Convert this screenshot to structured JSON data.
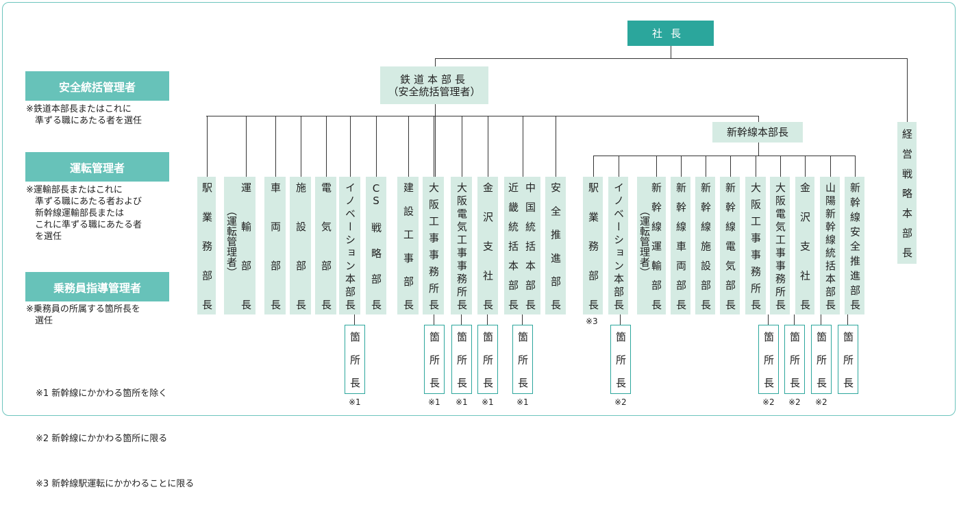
{
  "top": {
    "president": "社長"
  },
  "railway_hq": {
    "title": "鉄道本部長",
    "sub": "（安全統括管理者）"
  },
  "shinkansen_hq": {
    "title": "新幹線本部長"
  },
  "corporate_strategy": {
    "label": "経営戦略本部長"
  },
  "legend": [
    {
      "title": "安全統括管理者",
      "note": "※鉄道本部長またはこれに\n　準ずる職にあたる者を選任"
    },
    {
      "title": "運転管理者",
      "note": "※運輸部長またはこれに\n　準ずる職にあたる者および\n　新幹線運輸部長または\n　これに準ずる職にあたる者\n　を選任"
    },
    {
      "title": "乗務員指導管理者",
      "note": "※乗務員の所属する箇所長を\n　選任"
    }
  ],
  "railway_departments": [
    {
      "label": "駅業務部長"
    },
    {
      "label": "運輸部長",
      "sub": "（運転管理者）"
    },
    {
      "label": "車両部長"
    },
    {
      "label": "施設部長"
    },
    {
      "label": "電気部長"
    },
    {
      "label": "イノベーション本部長",
      "office": "箇所長",
      "mark": "※1"
    },
    {
      "label": "CS戦略部長"
    },
    {
      "label": "建設工事部長"
    },
    {
      "label": "大阪工事事務所長",
      "office": "箇所長",
      "mark": "※1"
    },
    {
      "label": "大阪電気工事事務所長",
      "office": "箇所長",
      "mark": "※1"
    },
    {
      "label": "金沢支社長",
      "office": "箇所長",
      "mark": "※1"
    },
    {
      "label": "中国統括本部長",
      "label2": "近畿統括本部長",
      "office": "箇所長",
      "mark": "※1"
    },
    {
      "label": "安全推進部長"
    }
  ],
  "shinkansen_departments": [
    {
      "label": "駅業務部長",
      "mark_below": "※3"
    },
    {
      "label": "イノベーション本部長",
      "office": "箇所長",
      "mark": "※2"
    },
    {
      "label": "新幹線運輸部長",
      "sub": "（運転管理者）"
    },
    {
      "label": "新幹線車両部長"
    },
    {
      "label": "新幹線施設部長"
    },
    {
      "label": "新幹線電気部長"
    },
    {
      "label": "大阪工事事務所長",
      "office": "箇所長",
      "mark": "※2"
    },
    {
      "label": "大阪電気工事事務所長",
      "office": "箇所長",
      "mark": "※2"
    },
    {
      "label": "金沢支社長",
      "office": "箇所長",
      "mark": "※2"
    },
    {
      "label": "山陽新幹線統括本部長",
      "office": "箇所長"
    },
    {
      "label": "新幹線安全推進部長"
    }
  ],
  "footnotes": [
    "※1 新幹線にかかわる箇所を除く",
    "※2 新幹線にかかわる箇所に限る",
    "※3 新幹線駅運転にかかわることに限る"
  ],
  "colors": {
    "accent": "#2ba69c",
    "box": "#d5ebe3",
    "legend": "#67c2b9"
  }
}
